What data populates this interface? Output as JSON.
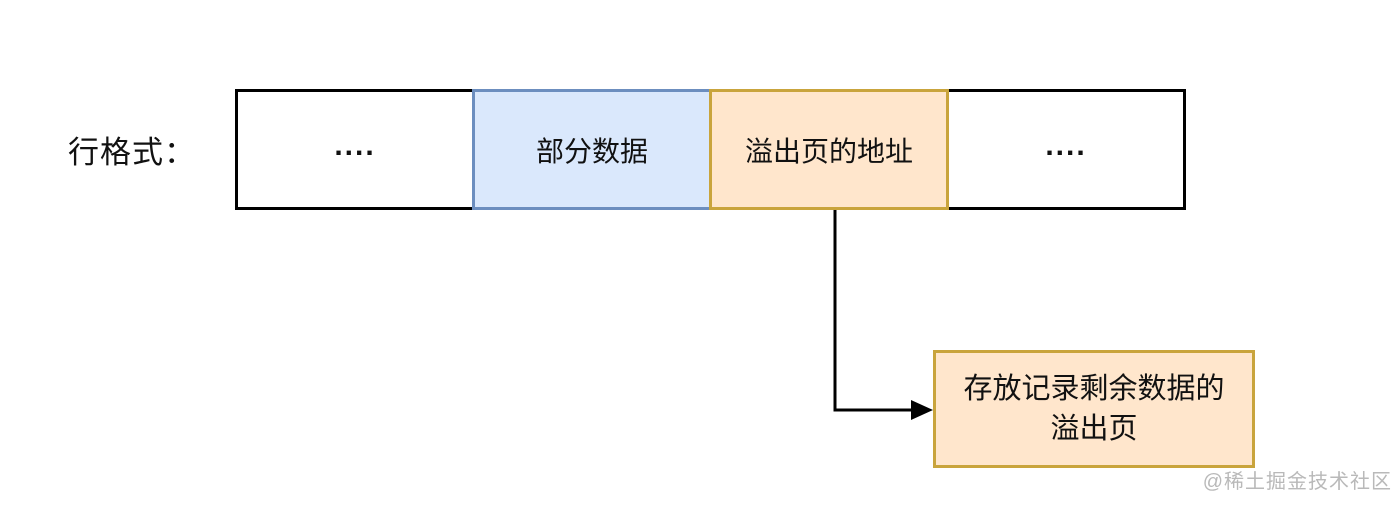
{
  "diagram": {
    "title_label": "行格式：",
    "row": {
      "cells": [
        {
          "label": "....",
          "style": "plain"
        },
        {
          "label": "部分数据",
          "style": "blue"
        },
        {
          "label": "溢出页的地址",
          "style": "orange"
        },
        {
          "label": "....",
          "style": "plain"
        }
      ]
    },
    "overflow_box": {
      "line1": "存放记录剩余数据的",
      "line2": "溢出页"
    },
    "colors": {
      "blue_fill": "#dae8fc",
      "blue_border": "#6c8ebf",
      "orange_fill": "#ffe6cc",
      "orange_border": "#c9a43c",
      "plain_border": "#000000",
      "arrow": "#000000",
      "watermark_text": "#b9b9b9"
    },
    "watermark": "@稀土掘金技术社区"
  }
}
